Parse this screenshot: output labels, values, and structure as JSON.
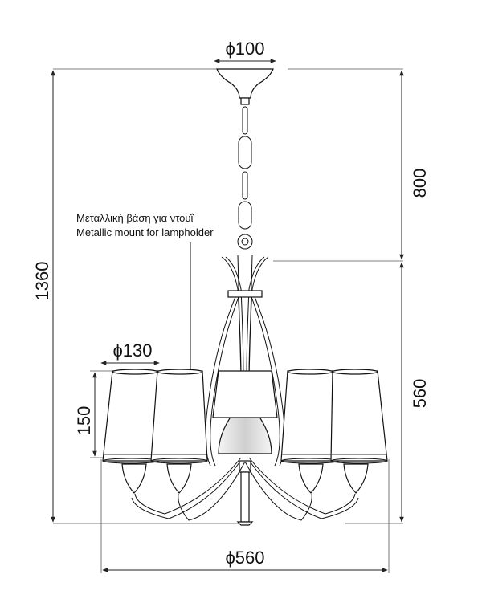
{
  "dimensions": {
    "canopy_diameter": "ϕ100",
    "total_height": "1360",
    "chain_length": "800",
    "body_height": "560",
    "shade_diameter": "ϕ130",
    "shade_height": "150",
    "overall_diameter": "ϕ560"
  },
  "annotation": {
    "line_greek": "Μεταλλική βάση για ντουΐ",
    "line_english": "Metallic mount for lampholder"
  },
  "colors": {
    "line": "#111111",
    "shade_band": "#9a9a9a"
  }
}
